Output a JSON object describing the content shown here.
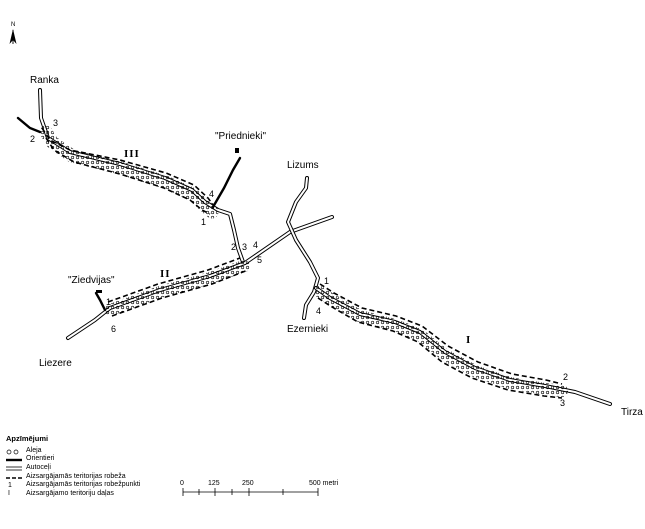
{
  "north": {
    "label": "N"
  },
  "places": {
    "ranka": "Ranka",
    "priednieki": "\"Priednieki\"",
    "lizums": "Lizums",
    "ziedvijas": "\"Ziedvijas\"",
    "liezere": "Liezere",
    "ezernieki": "Ezernieki",
    "tirza": "Tirza"
  },
  "sections": {
    "s1": "I",
    "s2": "II",
    "s3": "III"
  },
  "boundary_points": {
    "iii_2": "2",
    "iii_3": "3",
    "iii_4": "4",
    "iii_1": "1",
    "ii_2": "2",
    "ii_3": "3",
    "ii_4": "4",
    "ii_5": "5",
    "ii_1": "1",
    "ii_6": "6",
    "i_1": "1",
    "i_4": "4",
    "i_2": "2",
    "i_3": "3"
  },
  "legend": {
    "title": "Apzīmējumi",
    "items": {
      "aleja": "Aleja",
      "orientieri": "Orientieri",
      "autoceli": "Autoceļi",
      "robeza": "Aizsargājamās teritorijas robeža",
      "punkti_symbol": "1",
      "punkti": "Aizsargājamās teritorijas robežpunkti",
      "dalas_symbol": "I",
      "dalas": "Aizsargājamo teritoriju daļas"
    }
  },
  "scale": {
    "ticks": [
      "0",
      "125",
      "250",
      "500 metri"
    ]
  },
  "colors": {
    "ink": "#000000",
    "paper": "#ffffff"
  }
}
